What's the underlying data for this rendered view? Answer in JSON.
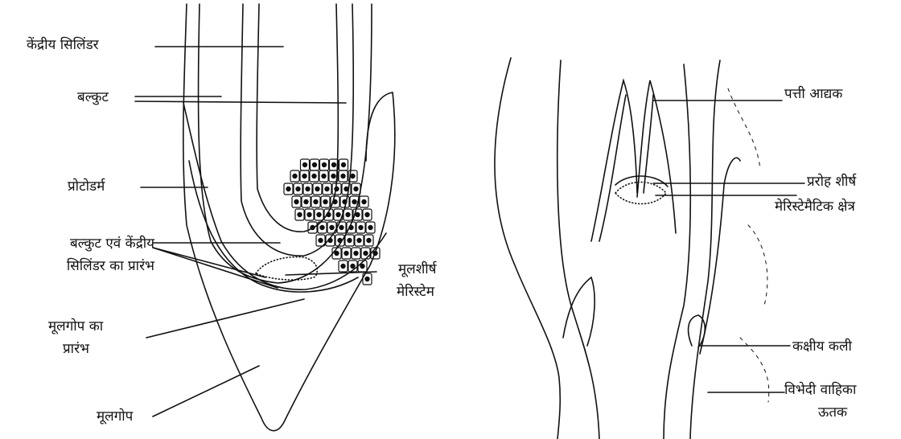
{
  "root_tip": {
    "labels": {
      "central_cylinder": "केंद्रीय सिलिंडर",
      "cortex": "बल्कुट",
      "protoderm": "प्रोटोडर्म",
      "cortex_cylinder_origin_1": "बल्कुट एवं केंद्रीय",
      "cortex_cylinder_origin_2": "सिलिंडर का प्रारंभ",
      "root_apical_meristem_1": "मूलशीर्ष",
      "root_apical_meristem_2": "मेरिस्टेम",
      "root_cap_origin_1": "मूलगोप का",
      "root_cap_origin_2": "प्रारंभ",
      "root_cap": "मूलगोप"
    }
  },
  "shoot_tip": {
    "labels": {
      "leaf_primordium": "पत्ती आद्यक",
      "shoot_apex": "प्ररोह शीर्ष",
      "meristematic_zone": "मेरिस्टेमैटिक क्षेत्र",
      "axillary_bud": "कक्षीय कली",
      "differentiating_vascular_1": "विभेदी वाहिका",
      "differentiating_vascular_2": "ऊतक"
    }
  },
  "colors": {
    "line": "#111111",
    "background": "#ffffff"
  }
}
